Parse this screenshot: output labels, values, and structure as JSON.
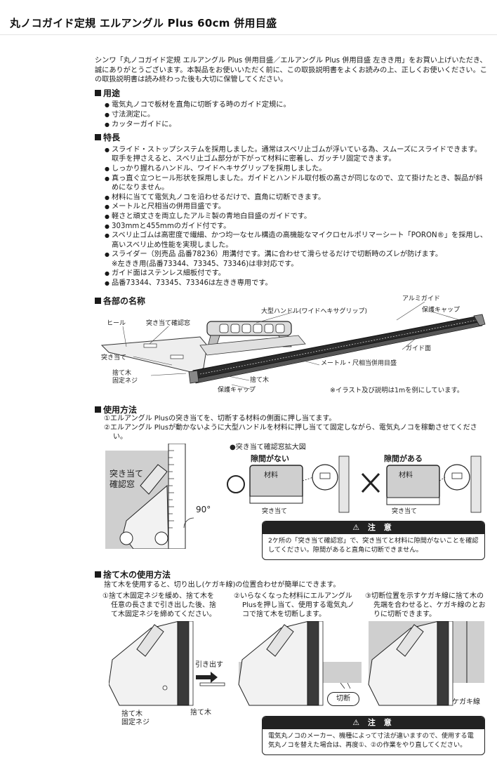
{
  "page_title": "丸ノコガイド定規 エルアングル Plus 60cm 併用目盛",
  "intro": "シンワ「丸ノコガイド定規 エルアングル Plus 併用目盛／エルアングル Plus 併用目盛 左きき用」をお買い上げいただき、誠にありがとうございます。本製品をお使いいただく前に、この取扱説明書をよくお読みの上、正しくお使いください。この取扱説明書は読み終わった後も大切に保管してください。",
  "sections": {
    "usage": {
      "heading": "用途",
      "items": [
        "電気丸ノコで板材を直角に切断する時のガイド定規に。",
        "寸法測定に。",
        "カッターガイドに。"
      ]
    },
    "features": {
      "heading": "特長",
      "items": [
        "スライド・ストップシステムを採用しました。通常はスベリ止ゴムが浮いている為、スムーズにスライドできます。取手を押さえると、スベリ止ゴム部分が下がって材料に密着し、ガッチリ固定できます。",
        "しっかり握れるハンドル、ワイドヘキサグリップを採用しました。",
        "真っ直ぐ立つヒール形状を採用しました。ガイドとハンドル取付板の高さが同じなので、立て掛けたとき、製品が斜めになりません。",
        "材料に当てて電気丸ノコを沿わせるだけで、直角に切断できます。",
        "メートルと尺相当の併用目盛です。",
        "軽さと頑丈さを両立したアルミ製の青地白目盛のガイドです。",
        "303mmと455mmのガイド付です。",
        "スベリ止ゴムは高密度で繊細、かつ均一なセル構造の高機能なマイクロセルポリマーシート「PORON®」を採用し、高いスベリ止め性能を実現しました。",
        "スライダー（別売品 品番78236）用溝付です。溝に合わせて滑らせるだけで切断時のズレが防げます。",
        "ガイド面はステンレス細板付です。",
        "品番73344、73345、73346は左きき専用です。"
      ],
      "note_slider": "※左きき用(品番73344、73345、73346)は非対応です。"
    },
    "parts": {
      "heading": "各部の名称",
      "labels": {
        "aluminum_guide": "アルミガイド",
        "cap_top": "保護キャップ",
        "handle": "大型ハンドル(ワイドヘキサグリップ)",
        "heel": "ヒール",
        "window": "突き当て確認窓",
        "guide_face": "ガイド面",
        "stopper": "突き当て",
        "scale": "メートル・尺相当併用目盛",
        "screw": "捨て木\n固定ネジ",
        "waste_wood": "捨て木",
        "cap_bottom": "保護キャップ"
      },
      "note": "※イラスト及び説明は1mを例にしています。"
    },
    "how_to": {
      "heading": "使用方法",
      "steps": [
        "①エルアングル Plusの突き当てを、切断する材料の側面に押し当てます。",
        "②エルアングル Plusが動かないように大型ハンドルを材料に押し当てて固定しながら、電気丸ノコを稼動させてください。"
      ],
      "window_label": "突き当て\n確認窓",
      "angle": "90°",
      "zoom_title": "●突き当て確認窓拡大図",
      "no_gap": "隙間がない",
      "gap": "隙間がある",
      "material": "材料",
      "stopper": "突き当て",
      "caution_title": "⚠ 注 意",
      "caution_text": "2ケ所の「突き当て確認窓」で、突き当てと材料に隙間がないことを確認してください。隙間があると直角に切断できません。"
    },
    "waste": {
      "heading": "捨て木の使用方法",
      "intro": "捨て木を使用すると、切り出し(ケガキ線)の位置合わせが簡単にできます。",
      "step1": "①捨て木固定ネジを緩め、捨て木を任意の長さまで引き出した後、捨て木固定ネジを締めてください。",
      "step2": "②いらなくなった材料にエルアングルPlusを押し当て、使用する電気丸ノコで捨て木を切断します。",
      "step3": "③切断位置を示すケガキ線に捨て木の先端を合わせると、ケガキ線のとおりに切断できます。",
      "pull": "引き出す",
      "screw": "捨て木\n固定ネジ",
      "wood": "捨て木",
      "cut": "切断",
      "line": "ケガキ線",
      "caution_title": "⚠ 注 意",
      "caution_text": "電気丸ノコのメーカー、機種によって寸法が違いますので、使用する電気丸ノコを替えた場合は、再度①、②の作業をやり直してください。"
    }
  },
  "colors": {
    "ink": "#1a1a1a",
    "gray_fill": "#c9c9c9",
    "light_gray": "#e6e6e6"
  }
}
